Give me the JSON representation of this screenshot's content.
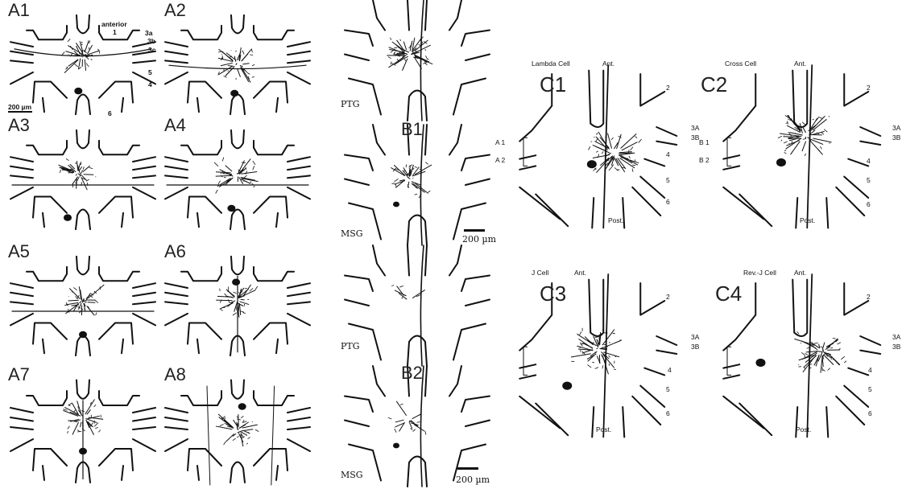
{
  "figure": {
    "panel_a": {
      "labels": [
        "A1",
        "A2",
        "A3",
        "A4",
        "A5",
        "A6",
        "A7",
        "A8"
      ],
      "annotations": {
        "anterior": "anterior",
        "nerve_3a": "3a",
        "nerve_3b": "3b",
        "nerve_3c": "3c",
        "nerve_5": "5",
        "nerve_4": "4",
        "nerve_6": "6",
        "nerve_1": "1",
        "scale": "200 µm"
      }
    },
    "panel_b": {
      "labels": [
        "B1",
        "B2"
      ],
      "ganglion_top": "PTG",
      "ganglion_bottom": "MSG",
      "scale": "200 µm"
    },
    "panel_c": {
      "labels": [
        "C1",
        "C2",
        "C3",
        "C4"
      ],
      "cell_names": [
        "Lambda Cell",
        "Cross Cell",
        "J Cell",
        "Rev.-J Cell"
      ],
      "ant": "Ant.",
      "post": "Post.",
      "nerves": [
        "2",
        "3A",
        "3B",
        "4",
        "5",
        "6"
      ],
      "bracket_top_c1": "A 1",
      "bracket_bottom_c1": "A 2",
      "bracket_top_c2": "B 1",
      "bracket_bottom_c2": "B 2"
    }
  }
}
